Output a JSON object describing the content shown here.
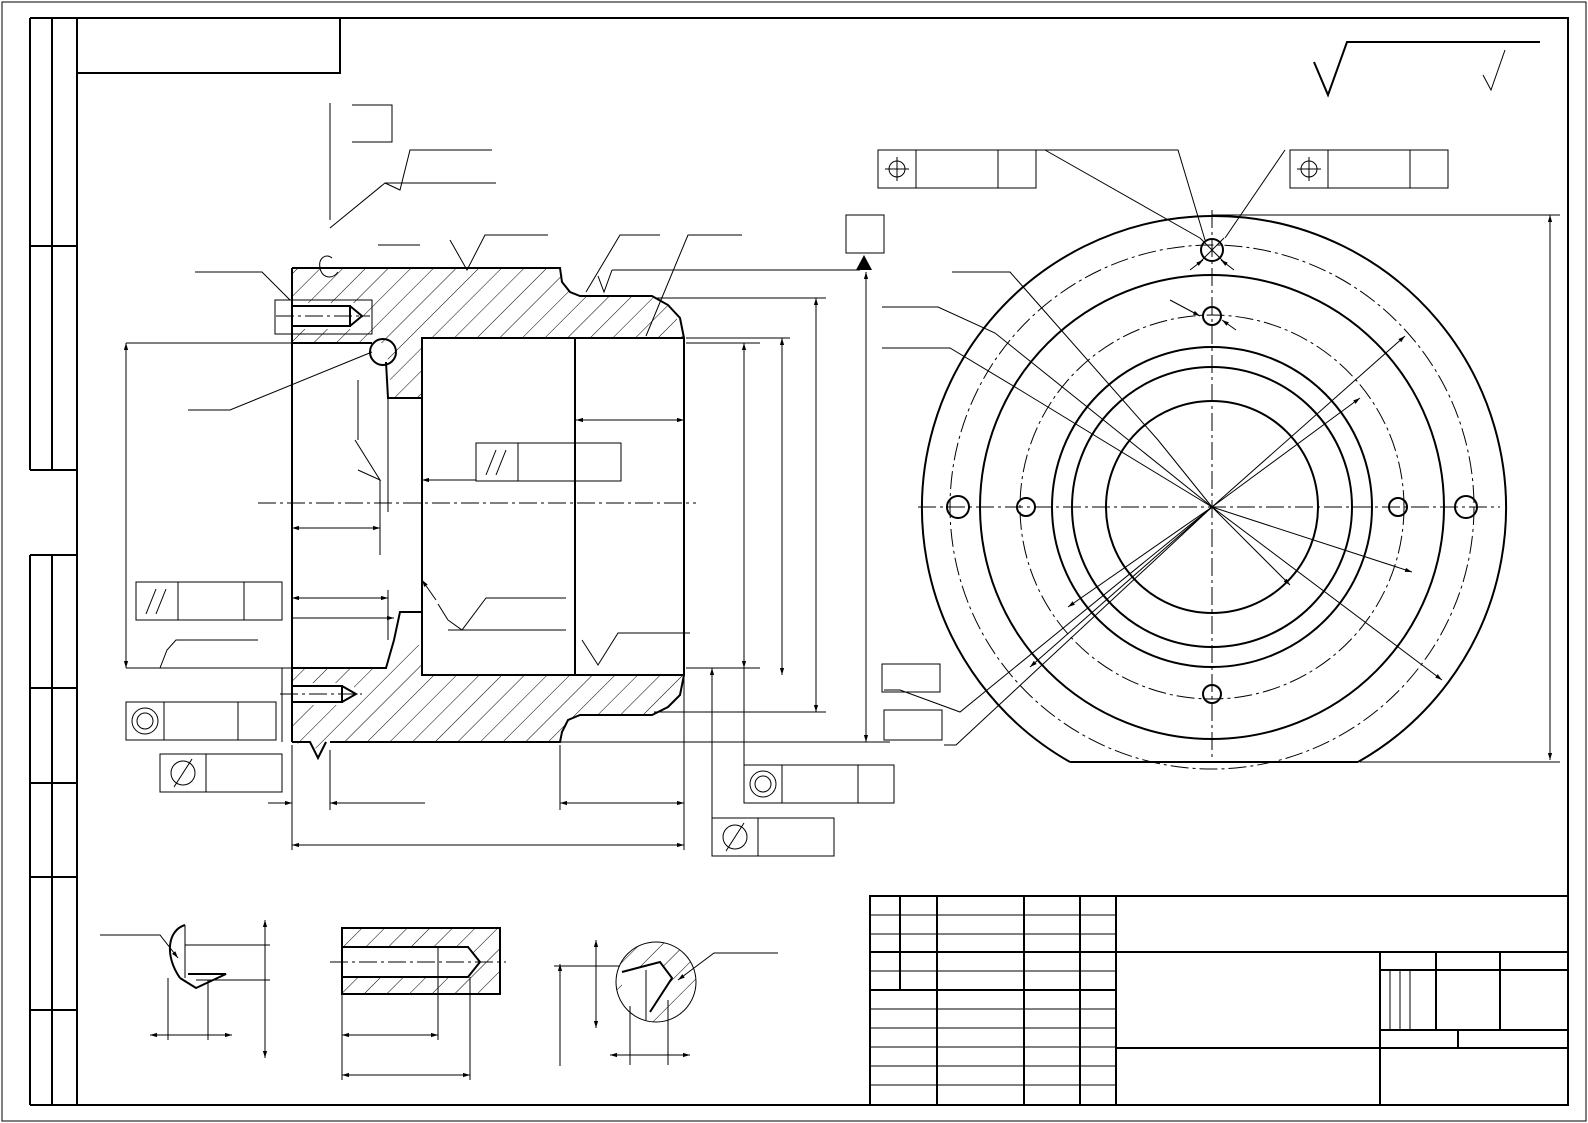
{
  "sheet": {
    "type": "engineering-drawing",
    "paper": "A3 landscape",
    "line_color": "#000000",
    "background": "#ffffff"
  },
  "views": [
    {
      "name": "section-view",
      "kind": "longitudinal section of bushing with flange"
    },
    {
      "name": "end-view",
      "kind": "circular end view with bolt holes"
    },
    {
      "name": "detail-groove",
      "kind": "detail"
    },
    {
      "name": "detail-threaded-hole",
      "kind": "detail"
    },
    {
      "name": "detail-undercut",
      "kind": "detail"
    }
  ],
  "symbols": {
    "roughness": "surface-roughness-check-icon",
    "parallelism": "parallelism-frame-icon",
    "concentricity": "concentricity-frame-icon",
    "runout": "circular-runout-frame-icon",
    "position": "position-frame-icon",
    "datum": "datum-triangle-icon"
  },
  "title_block": {
    "filled": false
  }
}
